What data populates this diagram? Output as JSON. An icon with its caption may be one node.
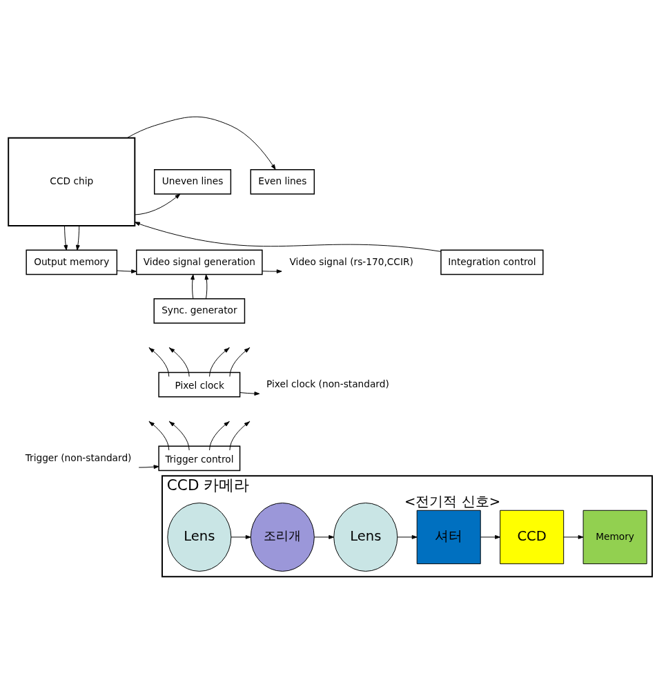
{
  "diagram": {
    "nodes": [
      {
        "text": [
          "CCD chip"
        ]
      },
      {
        "text": [
          "Uneven lines"
        ]
      },
      {
        "text": [
          "Even lines"
        ]
      },
      {
        "text": [
          "Output memory"
        ]
      },
      {
        "text": [
          "Video signal generation"
        ]
      },
      {
        "text": [
          "Video signal (rs-170,CCIR)"
        ]
      },
      {
        "text": [
          "Integration control"
        ]
      },
      {
        "text": [
          "Sync. generator"
        ]
      },
      {
        "text": [
          "Pixel clock"
        ]
      },
      {
        "text": [
          "Pixel clock (non-standard)"
        ]
      },
      {
        "text": [
          "Trigger control"
        ]
      },
      {
        "text": [
          "Trigger (non-standard)"
        ]
      },
      {
        "text": [
          "CCD 카메라"
        ]
      },
      {
        "text": [
          "Lens"
        ],
        "in": 12
      },
      {
        "text": [
          "조리개"
        ],
        "in": 12
      },
      {
        "text": [
          "Lens"
        ],
        "in": 12
      },
      {
        "text": [
          "셔터"
        ],
        "in": 12
      },
      {
        "text": [
          "CCD"
        ],
        "in": 12,
        "beside": [
          "<전기적 신호>"
        ]
      },
      {
        "text": [
          "Memory"
        ],
        "in": 12
      }
    ],
    "edges": [
      {
        "from": 0,
        "to": 1,
        "arrow": "to"
      },
      {
        "from": 0,
        "to": 2,
        "arrow": "to"
      },
      {
        "from": 0,
        "to": 3,
        "arrow": "to"
      },
      {
        "from": 0,
        "to": 3,
        "arrow": "to"
      },
      {
        "from": 6,
        "to": 0,
        "arrow": "to"
      },
      {
        "from": 3,
        "to": 4,
        "arrow": "to"
      },
      {
        "from": 4,
        "to": 5,
        "arrow": "to"
      },
      {
        "from": 7,
        "to": 4,
        "arrow": "to"
      },
      {
        "from": 7,
        "to": 4,
        "arrow": "to"
      },
      {
        "from": 8,
        "to": null,
        "arrow": "to"
      },
      {
        "from": 8,
        "to": null,
        "arrow": "to"
      },
      {
        "from": 8,
        "to": null,
        "arrow": "to"
      },
      {
        "from": 8,
        "to": null,
        "arrow": "to"
      },
      {
        "from": 8,
        "to": 9,
        "arrow": "to"
      },
      {
        "from": 10,
        "to": null,
        "arrow": "to"
      },
      {
        "from": 10,
        "to": null,
        "arrow": "to"
      },
      {
        "from": 10,
        "to": null,
        "arrow": "to"
      },
      {
        "from": 10,
        "to": null,
        "arrow": "to"
      },
      {
        "from": 11,
        "to": 10,
        "arrow": "to"
      },
      {
        "from": 13,
        "to": 14,
        "arrow": "to"
      },
      {
        "from": 14,
        "to": 15,
        "arrow": "to"
      },
      {
        "from": 15,
        "to": 16,
        "arrow": "to"
      },
      {
        "from": 16,
        "to": 17,
        "arrow": "to"
      },
      {
        "from": 17,
        "to": 18,
        "arrow": "to"
      }
    ]
  }
}
